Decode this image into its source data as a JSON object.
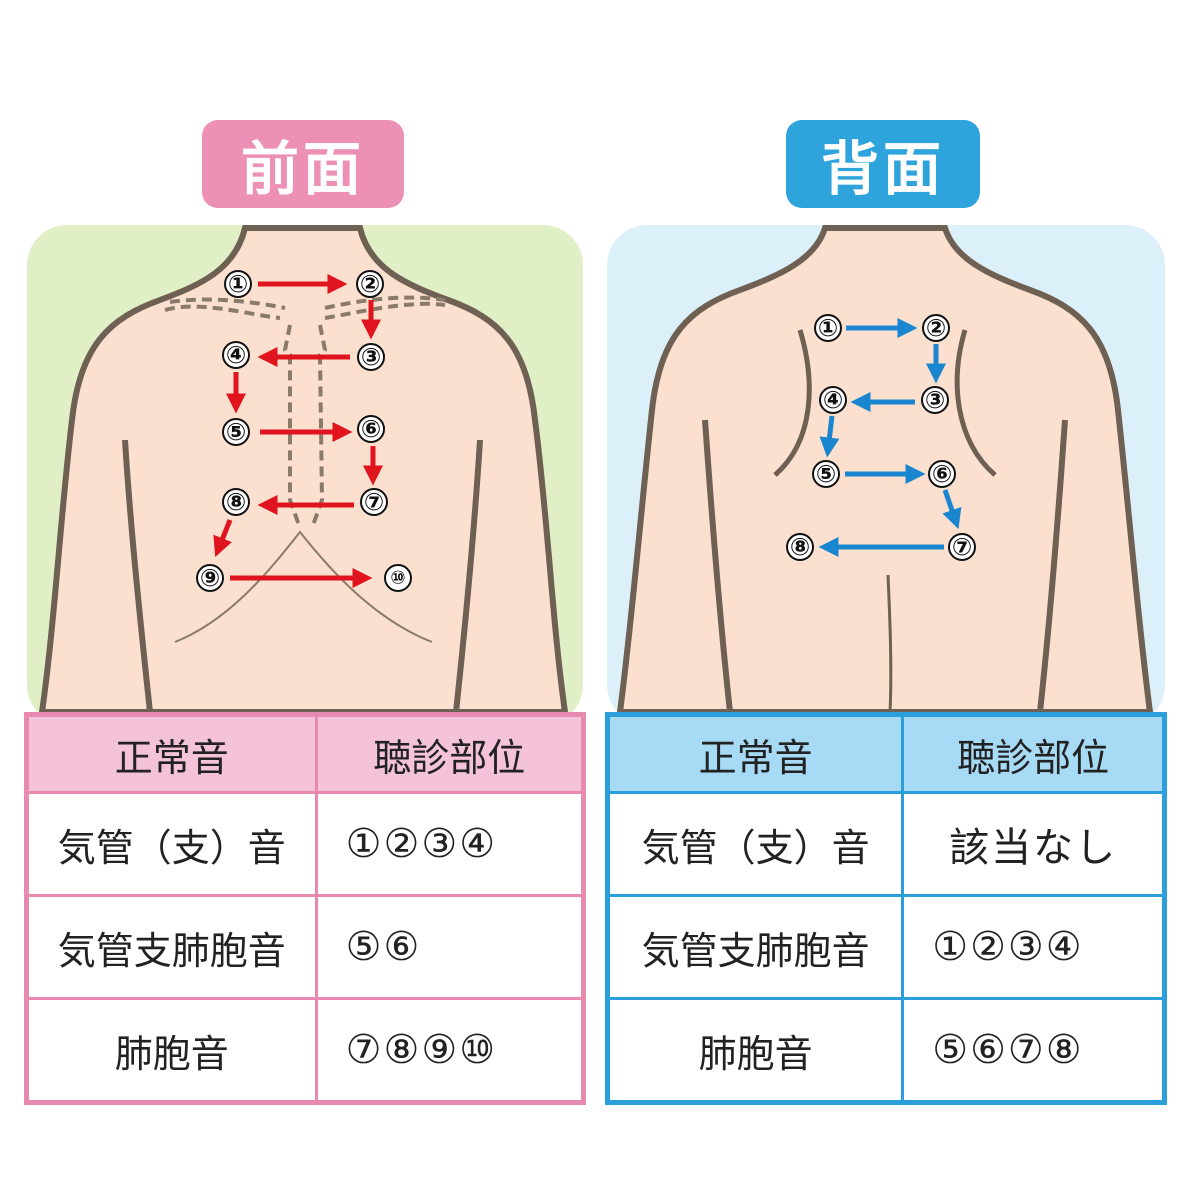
{
  "front": {
    "title": "前面",
    "points": [
      "①",
      "②",
      "③",
      "④",
      "⑤",
      "⑥",
      "⑦",
      "⑧",
      "⑨",
      "⑩"
    ],
    "table": {
      "headers": [
        "正常音",
        "聴診部位"
      ],
      "rows": [
        {
          "sound": "気管（支）音",
          "positions": "①②③④"
        },
        {
          "sound": "気管支肺胞音",
          "positions": "⑤⑥"
        },
        {
          "sound": "肺胞音",
          "positions": "⑦⑧⑨⑩"
        }
      ]
    }
  },
  "back": {
    "title": "背面",
    "points": [
      "①",
      "②",
      "③",
      "④",
      "⑤",
      "⑥",
      "⑦",
      "⑧"
    ],
    "table": {
      "headers": [
        "正常音",
        "聴診部位"
      ],
      "rows": [
        {
          "sound": "気管（支）音",
          "positions": "該当なし"
        },
        {
          "sound": "気管支肺胞音",
          "positions": "①②③④"
        },
        {
          "sound": "肺胞音",
          "positions": "⑤⑥⑦⑧"
        }
      ]
    }
  },
  "colors": {
    "front_accent": "#ec90b6",
    "back_accent": "#2ea3dc",
    "front_arrow": "#e0141e",
    "back_arrow": "#1a86d0",
    "skin": "#fbe0cf",
    "front_bg": "#e1efc6",
    "back_bg": "#dcf0fa"
  }
}
